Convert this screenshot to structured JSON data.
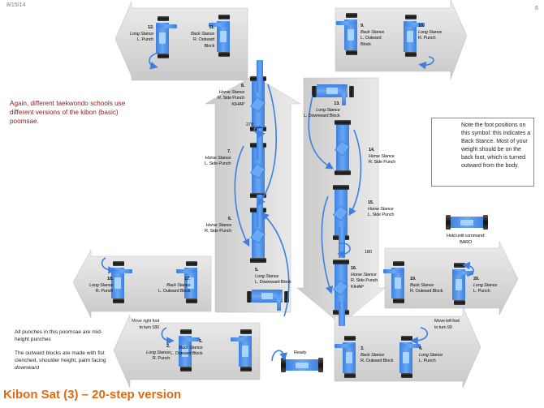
{
  "header": {
    "date": "8/15/14",
    "page_number": "6"
  },
  "title": "Kibon Sat (3) – 20-step version",
  "notes": {
    "schools": "Again, different taekwondo schools use different versions of the kibon (basic) poomsae.",
    "punches": "All punches in this poomsae are mid-height punches",
    "blocks_prefix": "The outward blocks are made with fist clenched, shoulder height, palm facing ",
    "blocks_emphasis": "downward"
  },
  "legend": {
    "icon": "back-stance-symbol",
    "text": "Note the foot positions on this symbol: this indicates a Back Stance. Most of your weight should be on the back foot, which is turned outward from the body."
  },
  "steps": [
    {
      "num": "1.",
      "stance": "Back Stance",
      "move": "L. Outward Block"
    },
    {
      "num": "2.",
      "stance": "Long Stance",
      "move": "R. Punch"
    },
    {
      "num": "3.",
      "stance": "Back Stance",
      "move": "R. Outward Block"
    },
    {
      "num": "4.",
      "stance": "Long Stance",
      "move": "L. Punch"
    },
    {
      "num": "5.",
      "stance": "Long Stance",
      "move": "L. Downward Block"
    },
    {
      "num": "6.",
      "stance": "Horse Stance",
      "move": "R. Side Punch"
    },
    {
      "num": "7.",
      "stance": "Horse Stance",
      "move": "L. Side Punch"
    },
    {
      "num": "8.",
      "stance": "Horse Stance",
      "move": "R. Side Punch",
      "extra": "KIHAP"
    },
    {
      "num": "9.",
      "stance": "Back Stance",
      "move": "L. Outward",
      "move2": "Block"
    },
    {
      "num": "10.",
      "stance": "Long Stance",
      "move": "R. Punch"
    },
    {
      "num": "11.",
      "stance": "Back Stance",
      "move": "R. Outward",
      "move2": "Block"
    },
    {
      "num": "12.",
      "stance": "Long Stance",
      "move": "L. Punch"
    },
    {
      "num": "13.",
      "stance": "Long Stance",
      "move": "L. Downward Block"
    },
    {
      "num": "14.",
      "stance": "Horse Stance",
      "move": "R. Side Punch"
    },
    {
      "num": "15.",
      "stance": "Horse Stance",
      "move": "L. Side Punch"
    },
    {
      "num": "16.",
      "stance": "Horse Stance",
      "move": "R. Side Punch",
      "extra": "KIHAP"
    },
    {
      "num": "17.",
      "stance": "Back Stance",
      "move": "L. Outward Block"
    },
    {
      "num": "18.",
      "stance": "Long Stance",
      "move": "R. Punch"
    },
    {
      "num": "19.",
      "stance": "Back Stance",
      "move": "R. Outward Block"
    },
    {
      "num": "20.",
      "stance": "Long Stance",
      "move": "L. Punch"
    }
  ],
  "annotations": {
    "ready": "Ready",
    "turn_right": [
      "Move right foot",
      "to turn 180"
    ],
    "turn_left": [
      "Move left foot",
      "to turn 90"
    ],
    "turn_270": "270",
    "turn_180": "180",
    "hold": [
      "Hold until command:",
      "BARO"
    ]
  },
  "colors": {
    "blue": "#4a8ee8",
    "dark": "#222222",
    "arrow_gray": "#d4d4d4",
    "title": "#e06a12",
    "note": "#8b1a1a"
  }
}
